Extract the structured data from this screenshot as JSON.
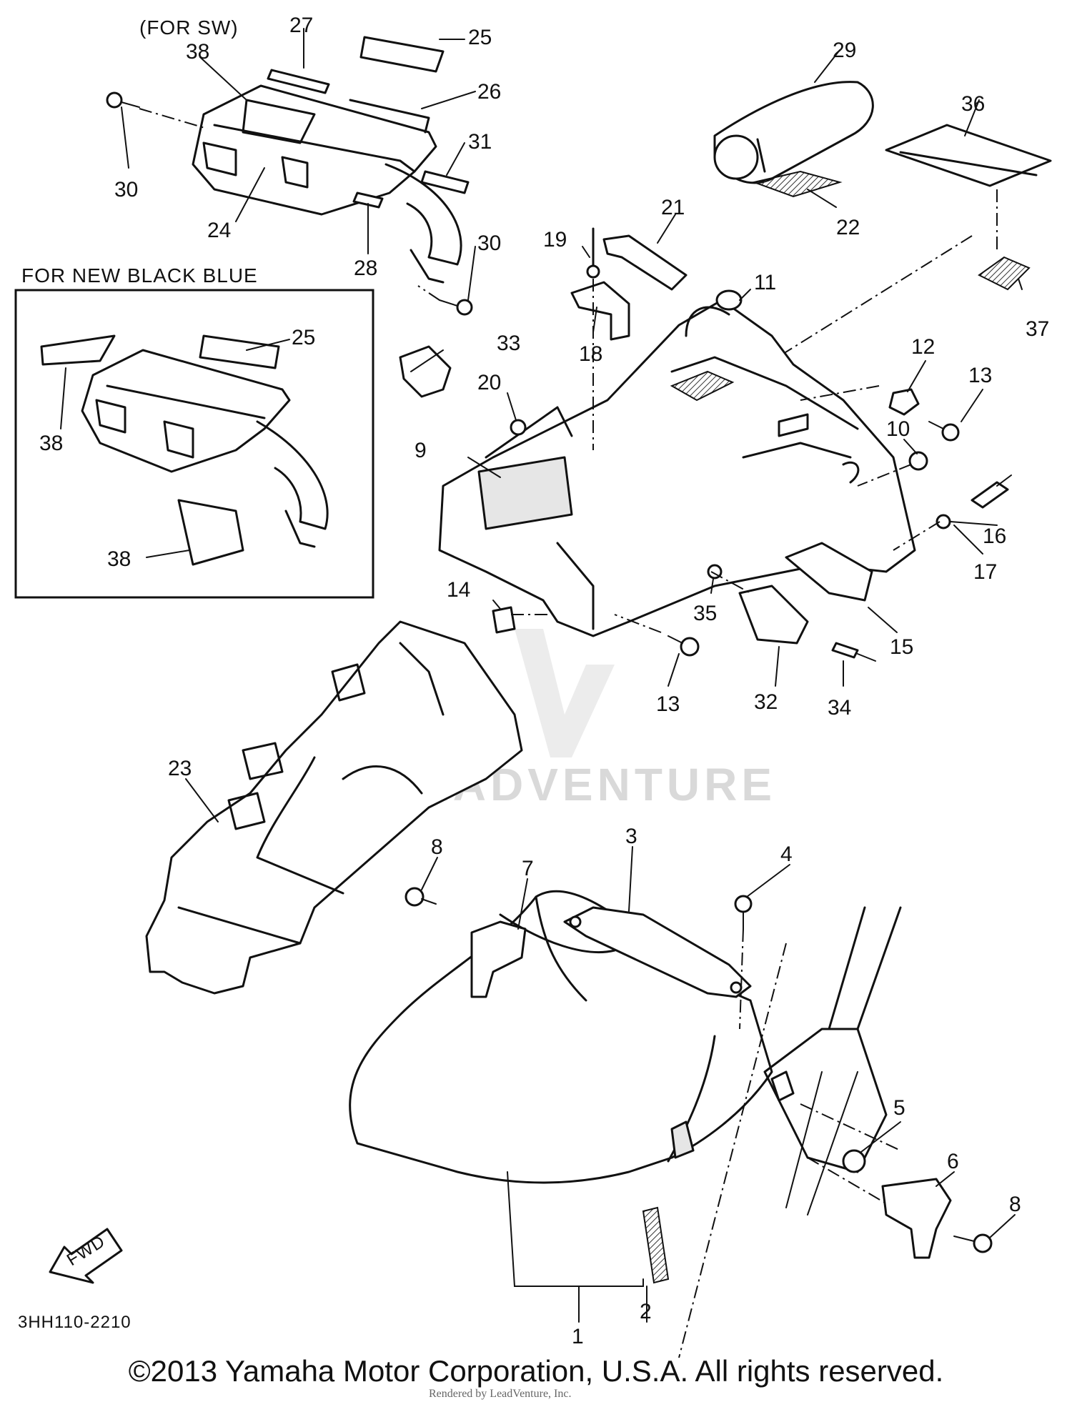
{
  "labels": {
    "for_sw": "(FOR SW)",
    "for_new_black_blue": "FOR NEW BLACK BLUE",
    "fwd": "FWD",
    "diagram_code": "3HH110-2210",
    "watermark": "LEADVENTURE",
    "rendered_by": "Rendered by LeadVenture, Inc."
  },
  "copyright": "©2013 Yamaha Motor Corporation, U.S.A. All rights reserved.",
  "callouts": {
    "c1": "1",
    "c2": "2",
    "c3": "3",
    "c4": "4",
    "c5": "5",
    "c6": "6",
    "c7": "7",
    "c8a": "8",
    "c8b": "8",
    "c9": "9",
    "c10": "10",
    "c11": "11",
    "c12": "12",
    "c13a": "13",
    "c13b": "13",
    "c14": "14",
    "c15": "15",
    "c16": "16",
    "c17": "17",
    "c18": "18",
    "c19": "19",
    "c20": "20",
    "c21": "21",
    "c22": "22",
    "c23": "23",
    "c24": "24",
    "c25a": "25",
    "c25b": "25",
    "c26": "26",
    "c27": "27",
    "c28": "28",
    "c29": "29",
    "c30a": "30",
    "c30b": "30",
    "c31": "31",
    "c32": "32",
    "c33": "33",
    "c34": "34",
    "c35": "35",
    "c36": "36",
    "c37": "37",
    "c38a": "38",
    "c38b": "38",
    "c38c": "38"
  }
}
